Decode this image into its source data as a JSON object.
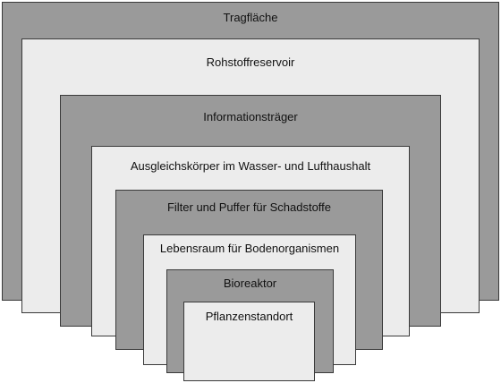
{
  "diagram": {
    "layers": [
      {
        "label": "Tragfläche",
        "fill": "#9a9a9a"
      },
      {
        "label": "Rohstoffreservoir",
        "fill": "#ececec"
      },
      {
        "label": "Informationsträger",
        "fill": "#9a9a9a"
      },
      {
        "label": "Ausgleichskörper im Wasser- und Lufthaushalt",
        "fill": "#ececec"
      },
      {
        "label": "Filter und Puffer für Schadstoffe",
        "fill": "#9a9a9a"
      },
      {
        "label": "Lebensraum für Bodenorganismen",
        "fill": "#ececec"
      },
      {
        "label": "Bioreaktor",
        "fill": "#9a9a9a"
      },
      {
        "label": "Pflanzenstandort",
        "fill": "#ececec"
      }
    ]
  }
}
